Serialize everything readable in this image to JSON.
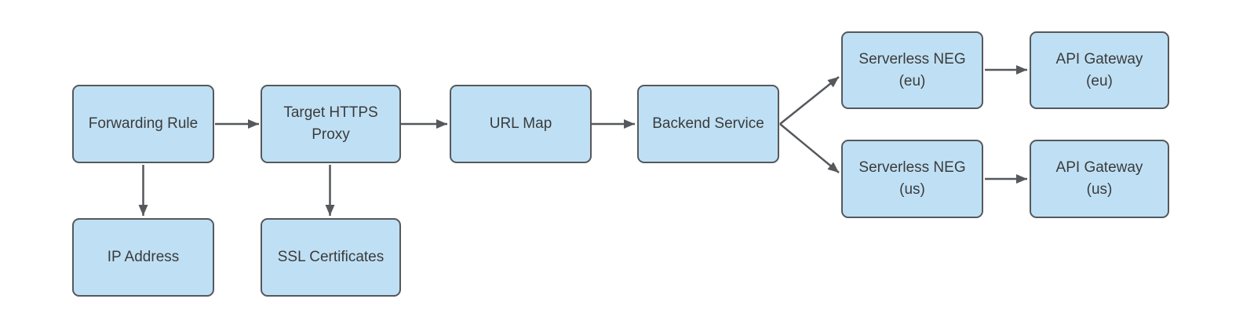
{
  "styles": {
    "canvas_bg": "#ffffff",
    "node_fill": "#bfe0f4",
    "node_border": "#55585c",
    "arrow_color": "#55585c",
    "text_color": "#3b3b3b"
  },
  "nodes": [
    {
      "id": "forwarding-rule",
      "lines": [
        "Forwarding Rule"
      ]
    },
    {
      "id": "target-https-proxy",
      "lines": [
        "Target HTTPS",
        "Proxy"
      ]
    },
    {
      "id": "url-map",
      "lines": [
        "URL Map"
      ]
    },
    {
      "id": "backend-service",
      "lines": [
        "Backend Service"
      ]
    },
    {
      "id": "serverless-neg-eu",
      "lines": [
        "Serverless NEG",
        "(eu)"
      ]
    },
    {
      "id": "api-gateway-eu",
      "lines": [
        "API Gateway",
        "(eu)"
      ]
    },
    {
      "id": "serverless-neg-us",
      "lines": [
        "Serverless NEG",
        "(us)"
      ]
    },
    {
      "id": "api-gateway-us",
      "lines": [
        "API Gateway",
        "(us)"
      ]
    },
    {
      "id": "ip-address",
      "lines": [
        "IP Address"
      ]
    },
    {
      "id": "ssl-certificates",
      "lines": [
        "SSL Certificates"
      ]
    }
  ],
  "edges": [
    {
      "from": "forwarding-rule",
      "to": "target-https-proxy"
    },
    {
      "from": "target-https-proxy",
      "to": "url-map"
    },
    {
      "from": "url-map",
      "to": "backend-service"
    },
    {
      "from": "backend-service",
      "to": "serverless-neg-eu"
    },
    {
      "from": "backend-service",
      "to": "serverless-neg-us"
    },
    {
      "from": "serverless-neg-eu",
      "to": "api-gateway-eu"
    },
    {
      "from": "serverless-neg-us",
      "to": "api-gateway-us"
    },
    {
      "from": "forwarding-rule",
      "to": "ip-address"
    },
    {
      "from": "target-https-proxy",
      "to": "ssl-certificates"
    }
  ]
}
